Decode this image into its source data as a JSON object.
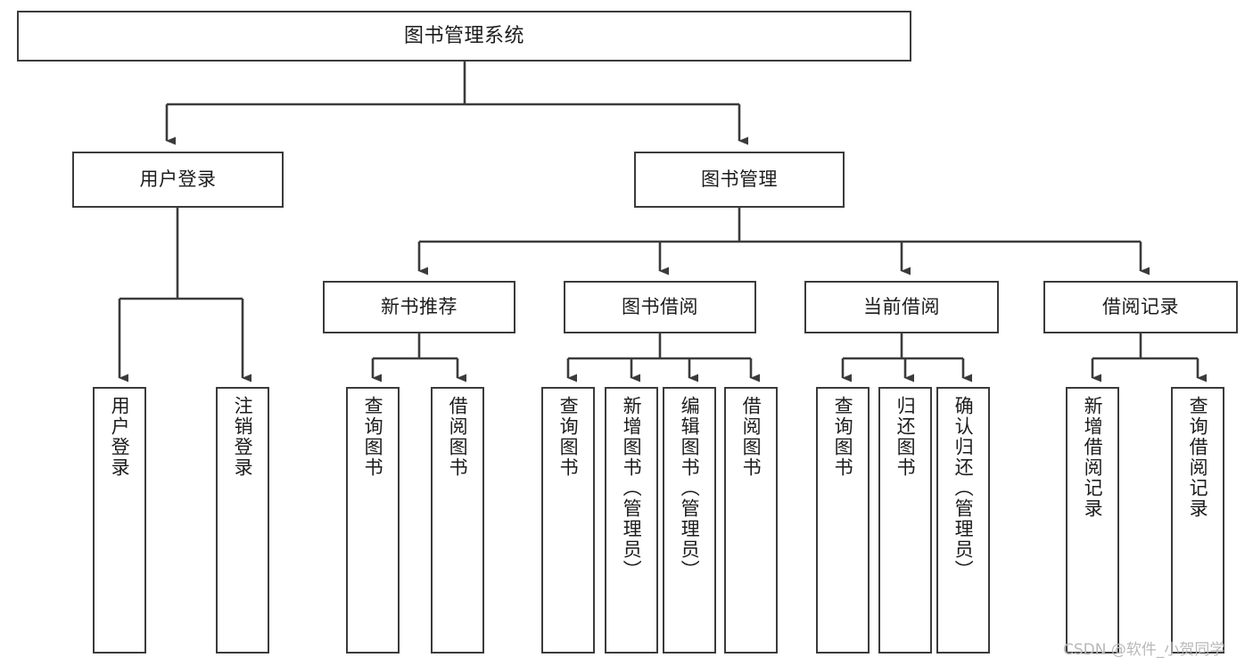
{
  "diagram": {
    "title": "图书管理系统",
    "type": "tree-structure-chart",
    "line_color": "#3b3b3b",
    "box_fill": "#ffffff",
    "text_color": "#1c1c1c"
  },
  "nodes": {
    "root": {
      "label": "图书管理系统"
    },
    "level2": [
      {
        "label": "用户登录"
      },
      {
        "label": "图书管理"
      }
    ],
    "level3": [
      {
        "label": "新书推荐"
      },
      {
        "label": "图书借阅"
      },
      {
        "label": "当前借阅"
      },
      {
        "label": "借阅记录"
      }
    ],
    "leaves_user_login": [
      {
        "label": "用户登录"
      },
      {
        "label": "注销登录"
      }
    ],
    "leaves_new_books": [
      {
        "label": "查询图书"
      },
      {
        "label": "借阅图书"
      }
    ],
    "leaves_borrow": [
      {
        "label": "查询图书"
      },
      {
        "label": "新增图书（管理员）"
      },
      {
        "label": "编辑图书（管理员）"
      },
      {
        "label": "借阅图书"
      }
    ],
    "leaves_current": [
      {
        "label": "查询图书"
      },
      {
        "label": "归还图书"
      },
      {
        "label": "确认归还（管理员）"
      }
    ],
    "leaves_records": [
      {
        "label": "新增借阅记录"
      },
      {
        "label": "查询借阅记录"
      }
    ]
  },
  "watermark": {
    "text": "CSDN @软件_小贺同学"
  }
}
